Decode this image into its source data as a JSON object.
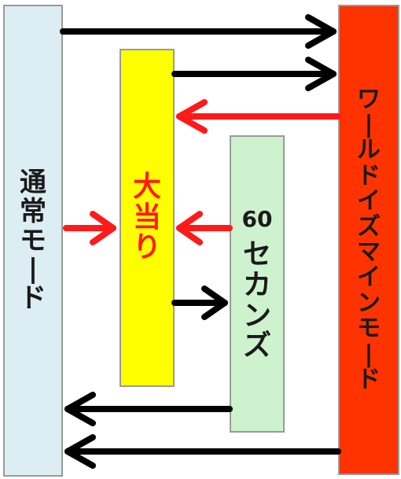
{
  "boxes": {
    "normal": {
      "label": "通常モード",
      "color": "#dcedf4"
    },
    "hit": {
      "label": "大当り",
      "color": "#ffff00",
      "text_color": "#ff1a1a"
    },
    "sixty": {
      "number": "60",
      "label": "セカンズ",
      "color": "#cdf2cd"
    },
    "world": {
      "label": "ワールドイズマインモード",
      "color": "#ff3300"
    }
  },
  "arrow_colors": {
    "black": "#000000",
    "red": "#ff1a1a"
  }
}
